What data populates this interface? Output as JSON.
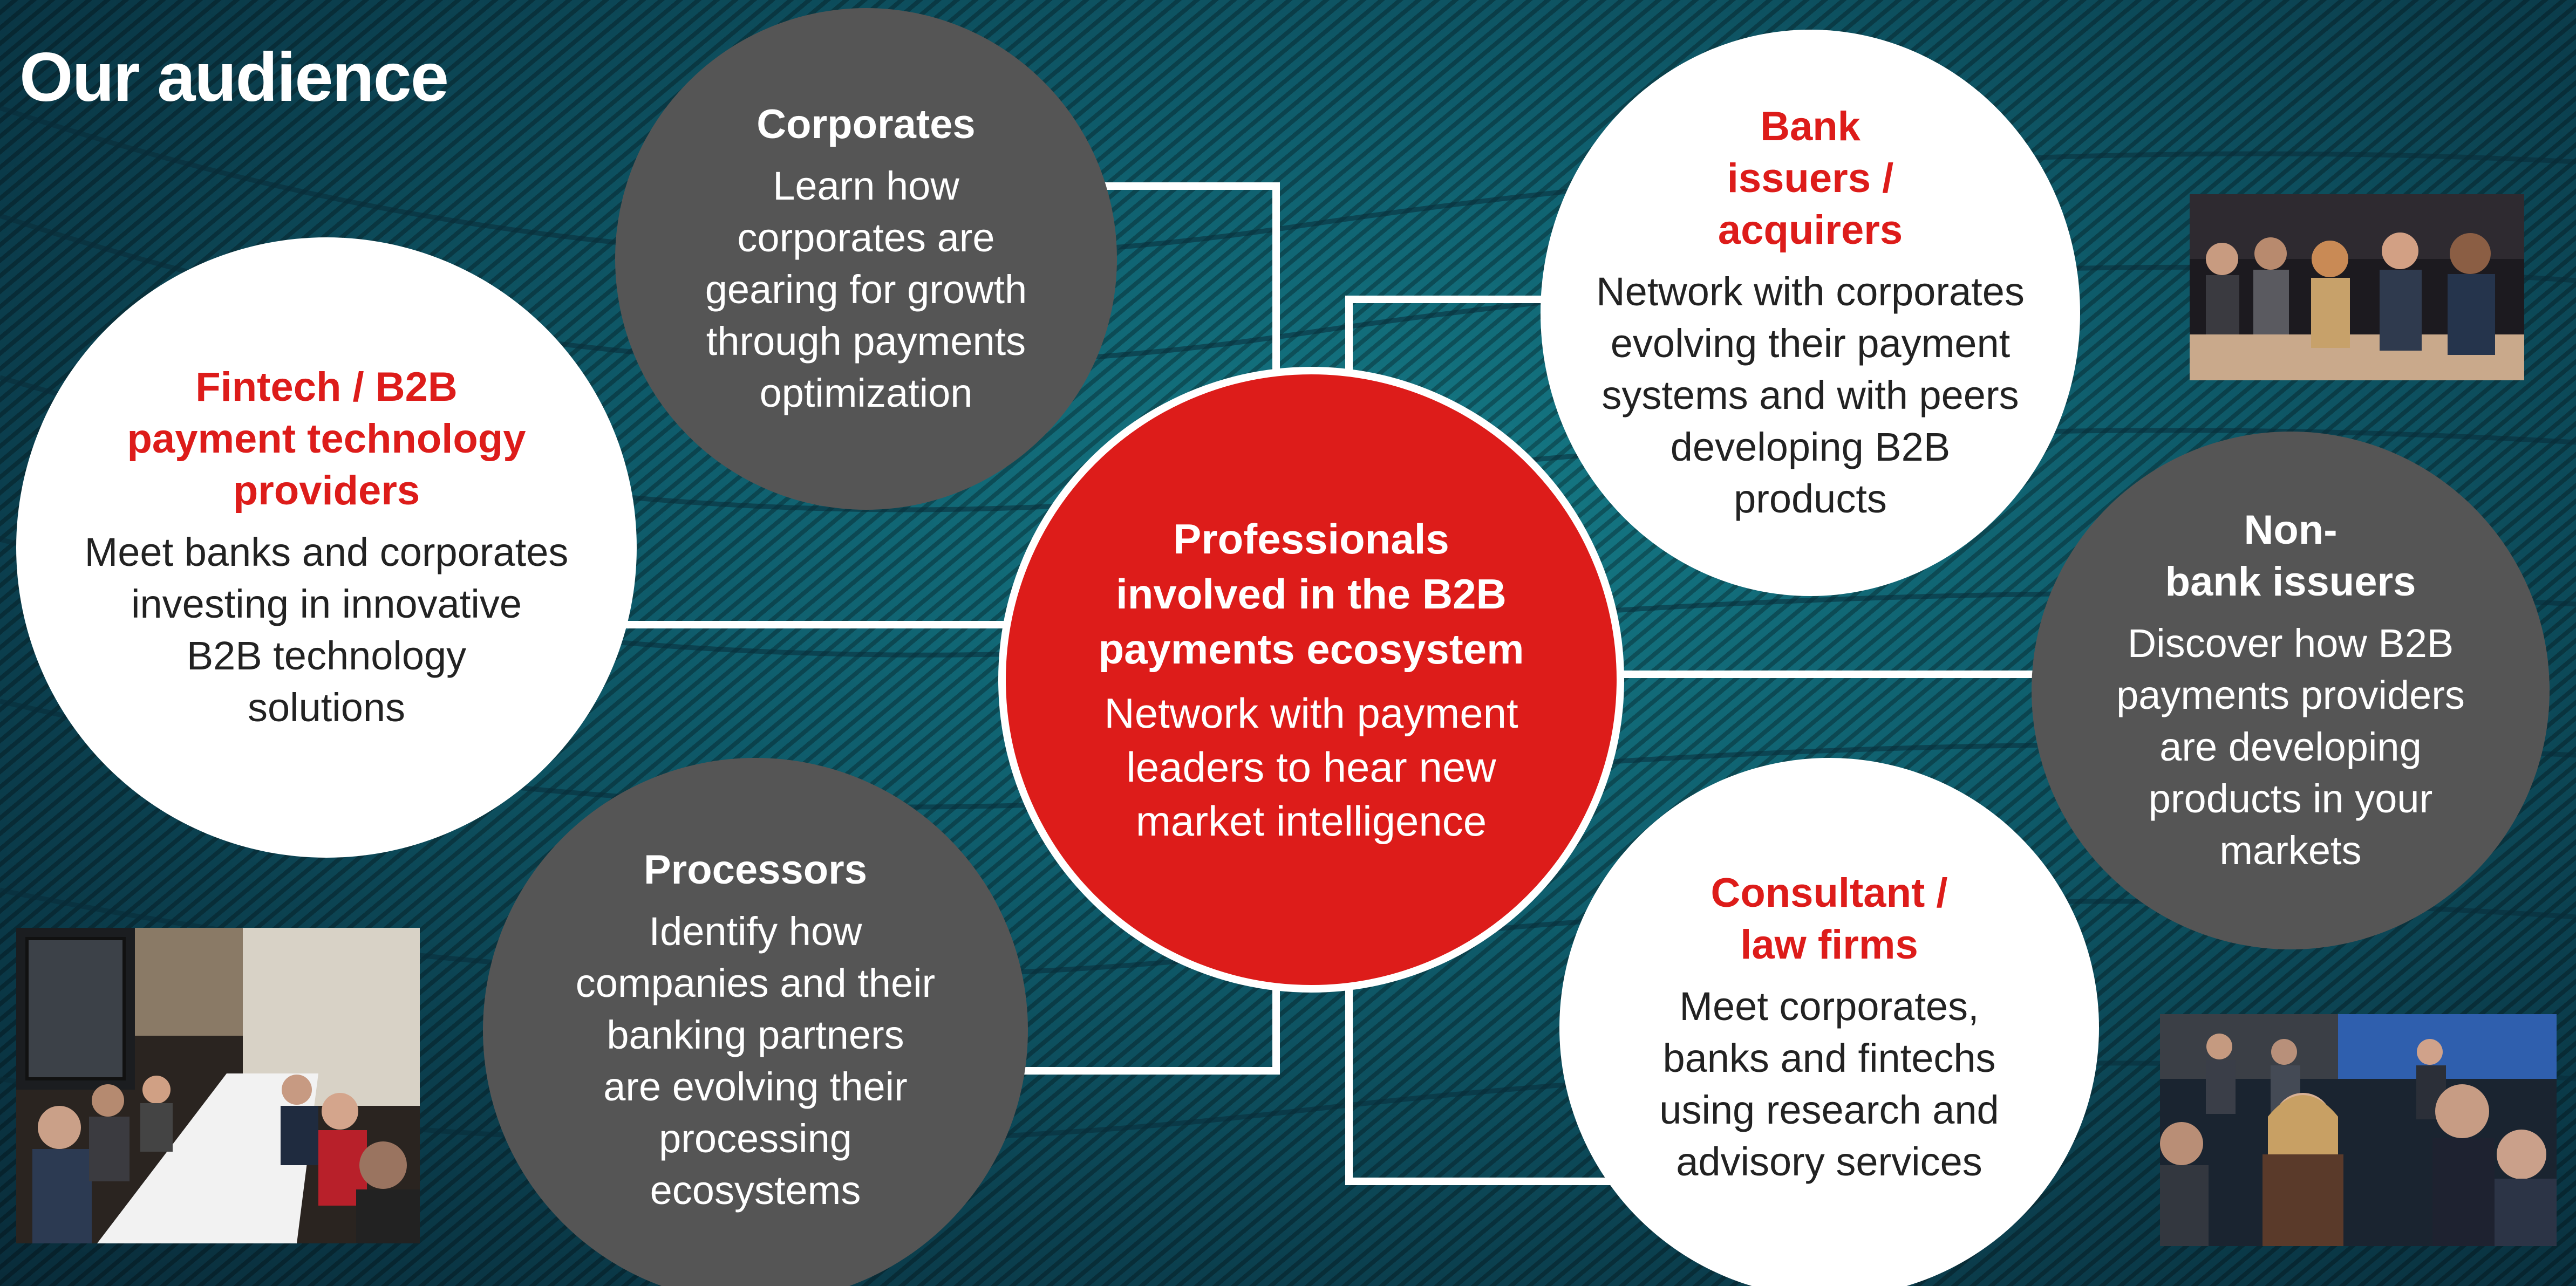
{
  "page": {
    "title": "Our audience"
  },
  "colors": {
    "accent_red": "#dd1c1a",
    "bubble_grey": "#555555",
    "bubble_white": "#ffffff",
    "background_teal": "#0f5f6e"
  },
  "center": {
    "title_lines": [
      "Professionals",
      "involved in the B2B",
      "payments ecosystem"
    ],
    "text_lines": [
      "Network with payment",
      "leaders to hear new",
      "market intelligence"
    ]
  },
  "bubbles": {
    "corporates": {
      "title_lines": [
        "Corporates"
      ],
      "text_lines": [
        "Learn how",
        "corporates are",
        "gearing for growth",
        "through payments",
        "optimization"
      ]
    },
    "fintech": {
      "title_lines": [
        "Fintech / B2B",
        "payment technology",
        "providers"
      ],
      "text_lines": [
        "Meet banks and corporates",
        "investing in innovative",
        "B2B technology",
        "solutions"
      ]
    },
    "processors": {
      "title_lines": [
        "Processors"
      ],
      "text_lines": [
        "Identify how",
        "companies and their",
        "banking partners",
        "are evolving their",
        "processing",
        "ecosystems"
      ]
    },
    "bank_issuers": {
      "title_lines": [
        "Bank",
        "issuers /",
        "acquirers"
      ],
      "text_lines": [
        "Network with corporates",
        "evolving their payment",
        "systems and with peers",
        "developing B2B",
        "products"
      ]
    },
    "non_bank": {
      "title_lines": [
        "Non-",
        "bank issuers"
      ],
      "text_lines": [
        "Discover how B2B",
        "payments providers",
        "are developing",
        "products in your",
        "markets"
      ]
    },
    "consultant": {
      "title_lines": [
        "Consultant /",
        "law firms"
      ],
      "text_lines": [
        "Meet corporates,",
        "banks and fintechs",
        "using research and",
        "advisory services"
      ]
    }
  },
  "photos": {
    "top_right": "panel-discussion-photo",
    "bottom_left": "roundtable-meeting-photo",
    "bottom_right": "conference-audience-photo"
  }
}
